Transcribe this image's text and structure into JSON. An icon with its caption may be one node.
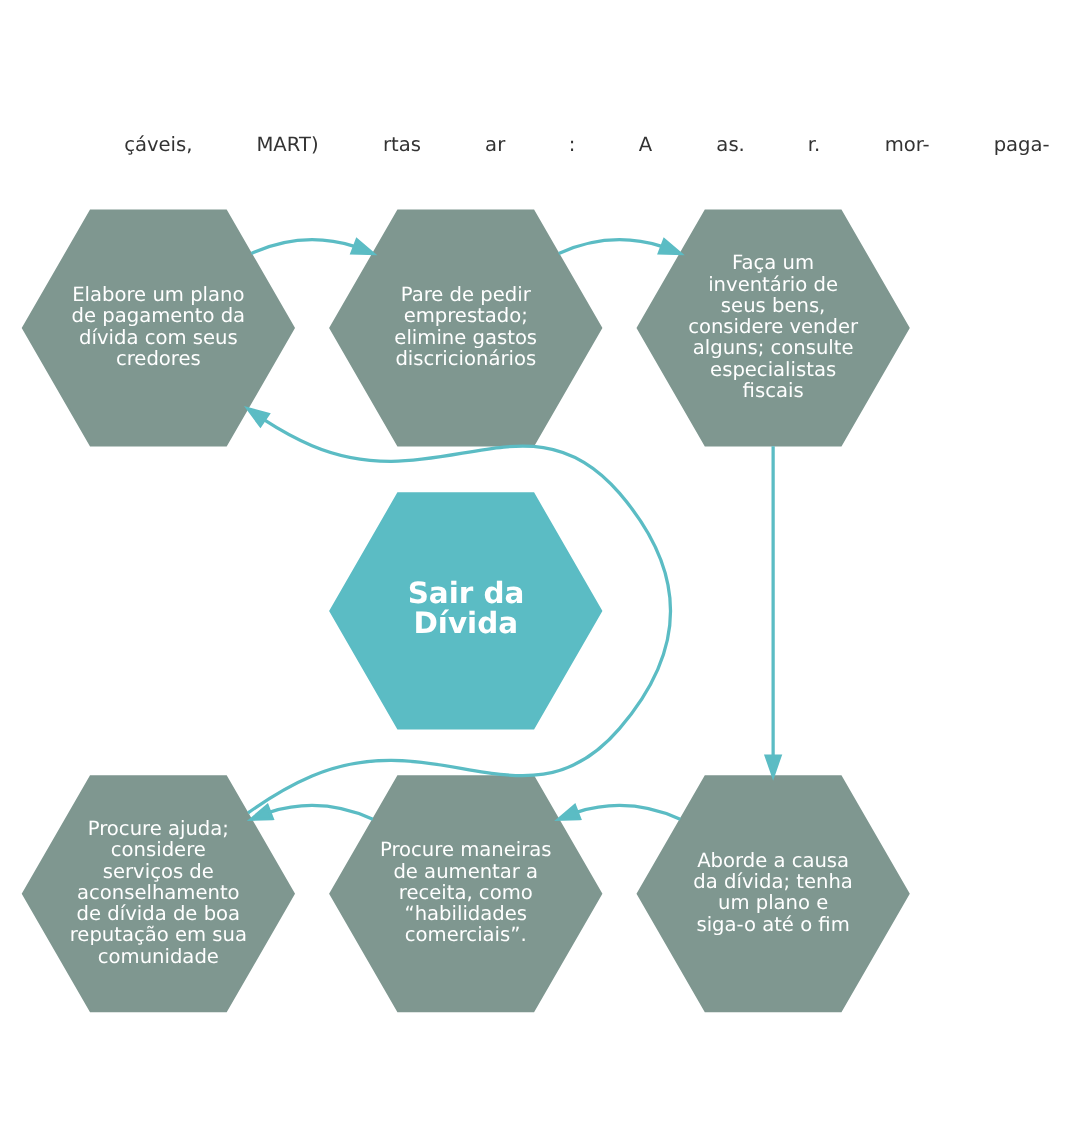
{
  "diagram": {
    "nodes": [
      {
        "text": [
          "Sair da Dívida"
        ]
      },
      {
        "text": [
          "Pare de pedir emprestado; elimine gastos discricionários"
        ]
      },
      {
        "text": [
          "Faça um inventário de seus bens, considere vender alguns; consulte especialistas fiscais"
        ]
      },
      {
        "text": [
          "Aborde a causa da dívida; tenha um plano e siga-o até o fim"
        ]
      },
      {
        "text": [
          "Procure maneiras de aumentar a receita, como “habilidades comerciais”."
        ]
      },
      {
        "text": [
          "Procure ajuda; considere serviços de aconselhamento de dívida de boa reputação em sua comunidade"
        ]
      },
      {
        "text": [
          "Elabore um plano de pagamento da dívida com seus credores"
        ]
      }
    ],
    "edges": [
      {
        "from": 1,
        "to": 2,
        "arrow": "to"
      },
      {
        "from": 2,
        "to": 3,
        "arrow": "to"
      },
      {
        "from": 3,
        "to": 4,
        "arrow": "to"
      },
      {
        "from": 4,
        "to": 5,
        "arrow": "to"
      },
      {
        "from": 5,
        "to": 6,
        "arrow": "to"
      },
      {
        "from": 6,
        "to": 1,
        "arrow": "to"
      }
    ],
    "labels": [
      "çáveis,",
      "MART)",
      "rtas",
      "ar",
      ":",
      "A",
      "as.",
      "r.",
      "mor-",
      "paga-"
    ]
  }
}
